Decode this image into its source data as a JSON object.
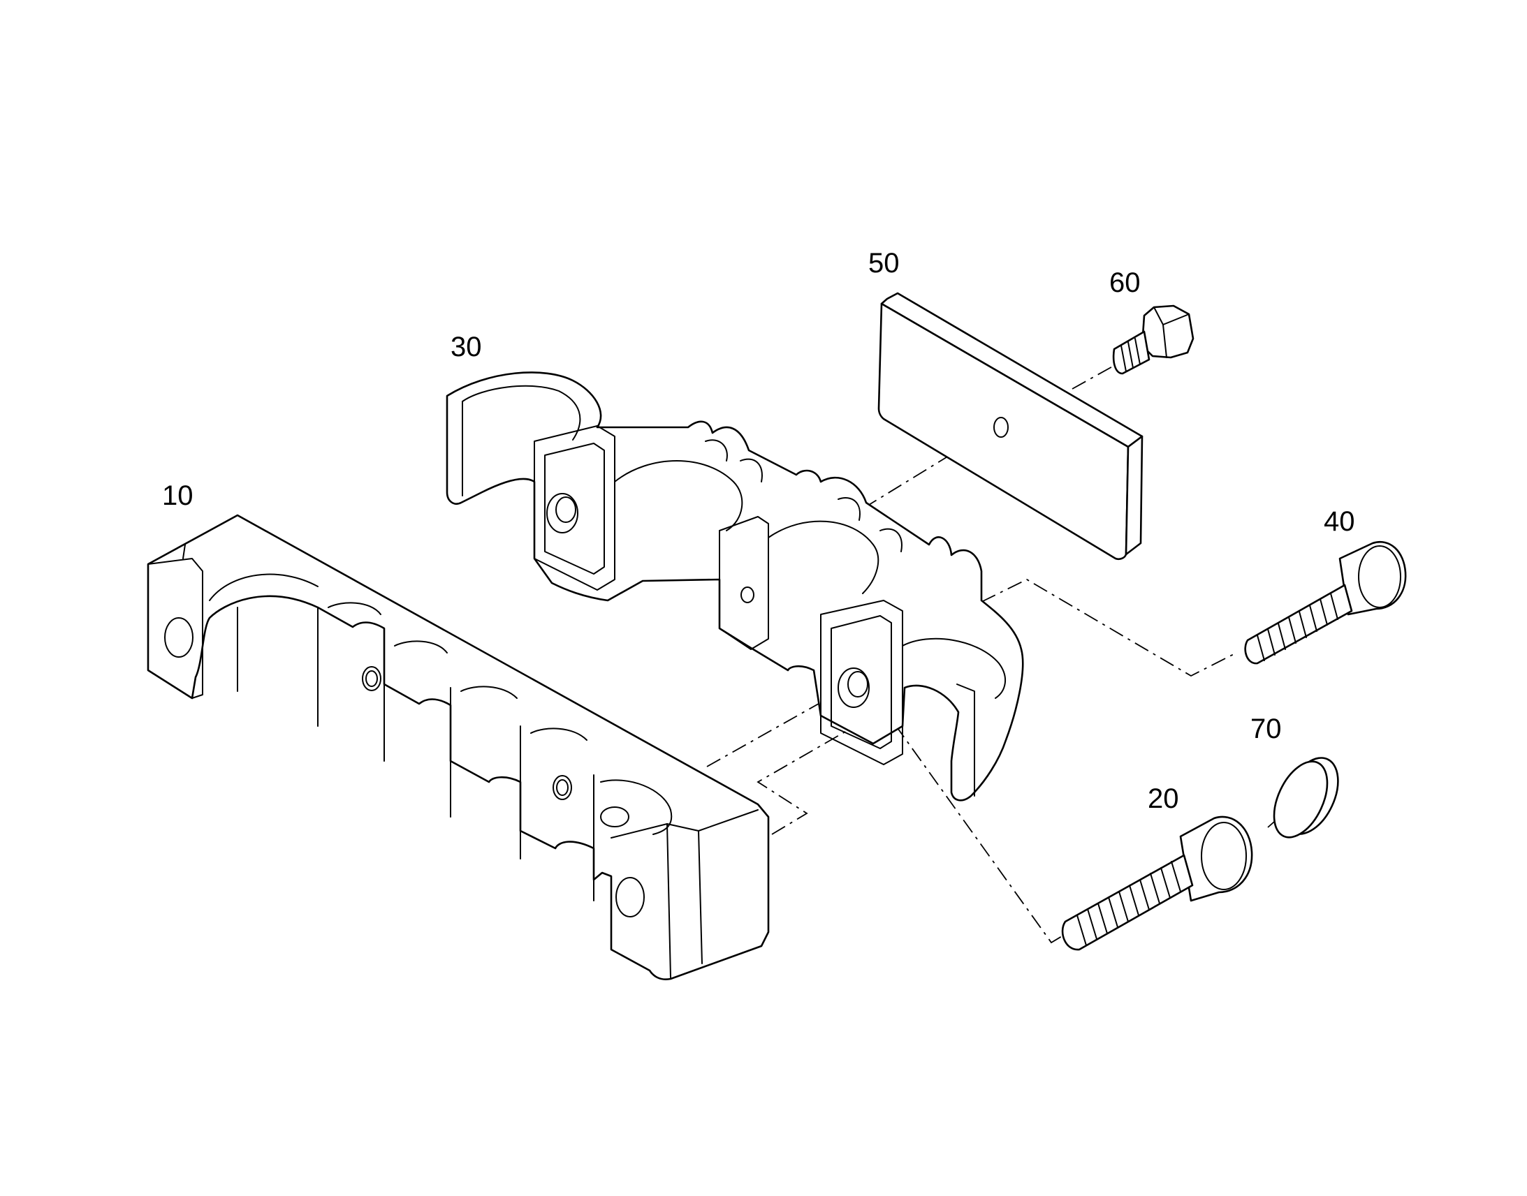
{
  "diagram": {
    "type": "exploded-parts-drawing",
    "line_color": "#000000",
    "background_color": "#ffffff",
    "callouts": {
      "c10": "10",
      "c20": "20",
      "c30": "30",
      "c40": "40",
      "c50": "50",
      "c60": "60",
      "c70": "70"
    }
  }
}
